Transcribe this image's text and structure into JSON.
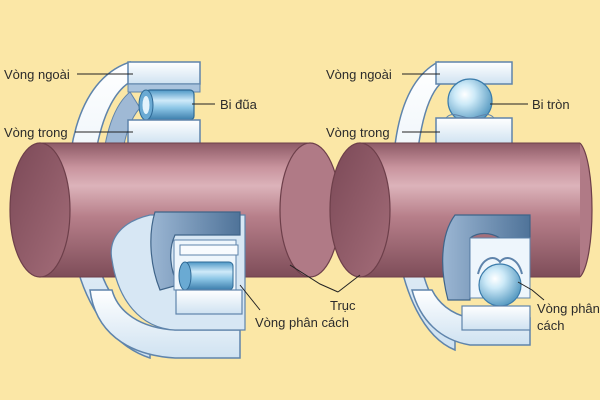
{
  "labels": {
    "left_outer_ring": "Vòng ngoài",
    "left_roller": "Bi đũa",
    "left_inner_ring": "Vòng trong",
    "shaft": "Trục",
    "left_cage": "Vòng phân cách",
    "right_outer_ring": "Vòng ngoài",
    "right_ball": "Bi tròn",
    "right_inner_ring": "Vòng trong",
    "right_cage_line1": "Vòng phân",
    "right_cage_line2": "cách"
  },
  "colors": {
    "background": "#fbe7a6",
    "shaft": "#b8808b",
    "ring_fill": "#eaf4fb",
    "ring_edge": "#6d8fb3",
    "ball": "#bfe2f5",
    "leader": "#222222"
  }
}
